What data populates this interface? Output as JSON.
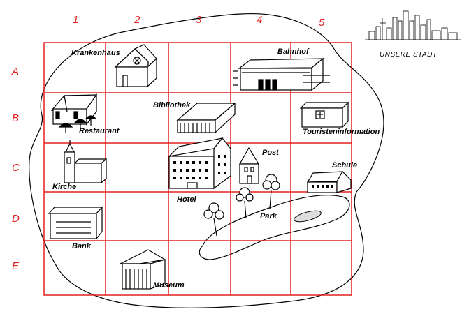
{
  "title": "UNSERE STADT",
  "columns": [
    "1",
    "2",
    "3",
    "4",
    "5"
  ],
  "rows": [
    "A",
    "B",
    "C",
    "D",
    "E"
  ],
  "places": {
    "krankenhaus": {
      "label": "Krankenhaus",
      "cell": "A2",
      "icon": "hospital-icon"
    },
    "bahnhof": {
      "label": "Bahnhof",
      "cell": "A4",
      "icon": "train-station-icon"
    },
    "restaurant": {
      "label": "Restaurant",
      "cell": "B1",
      "icon": "restaurant-icon"
    },
    "bibliothek": {
      "label": "Bibliothek",
      "cell": "B3",
      "icon": "library-icon"
    },
    "touristeninformation": {
      "label": "Touristeninformation",
      "cell": "B5",
      "icon": "tourist-info-icon"
    },
    "kirche": {
      "label": "Kirche",
      "cell": "C1",
      "icon": "church-icon"
    },
    "hotel": {
      "label": "Hotel",
      "cell": "C3",
      "icon": "hotel-icon"
    },
    "post": {
      "label": "Post",
      "cell": "C4",
      "icon": "post-office-icon"
    },
    "schule": {
      "label": "Schule",
      "cell": "C5",
      "icon": "school-icon"
    },
    "park": {
      "label": "Park",
      "cell": "D4",
      "icon": "park-icon"
    },
    "bank": {
      "label": "Bank",
      "cell": "D1",
      "icon": "bank-icon"
    },
    "museum": {
      "label": "Museum",
      "cell": "E2",
      "icon": "museum-icon"
    }
  },
  "colors": {
    "grid": "#e32020",
    "coordinates": "#e32020",
    "ink": "#000000",
    "background": "#ffffff"
  }
}
